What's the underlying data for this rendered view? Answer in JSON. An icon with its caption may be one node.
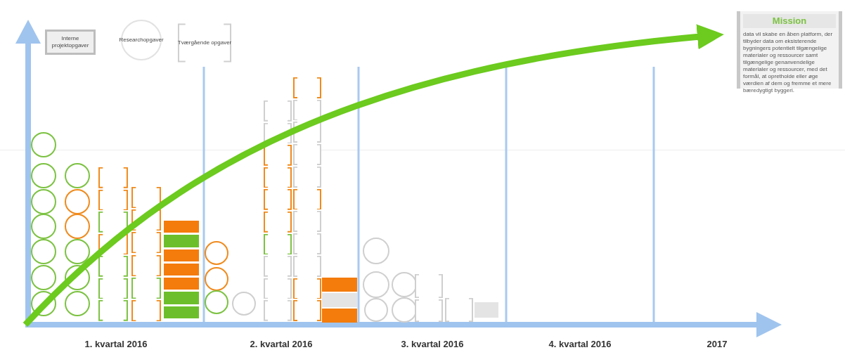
{
  "diagram": {
    "nodes": [
      {
        "text": [
          "Mission",
          "data vil skabe en åben platform, der tilbyder data om eksisterende bygningers potentielt tilgængelige materialer og ressourcer samt tilgængelige genanvendelige materialer og ressourcer, med det formål, at opretholde eller øge værdien af dem og fremme et mere bæredygtigt byggeri."
        ]
      },
      {
        "text": [],
        "shape": "circle"
      },
      {
        "text": [],
        "shape": "circle"
      },
      {
        "text": [],
        "shape": "circle"
      },
      {
        "text": [],
        "shape": "circle"
      },
      {
        "text": [],
        "shape": "circle"
      },
      {
        "text": [],
        "shape": "circle"
      },
      {
        "text": [],
        "shape": "circle"
      },
      {
        "text": [],
        "shape": "circle"
      },
      {
        "text": [],
        "shape": "circle"
      },
      {
        "text": [],
        "shape": "circle"
      },
      {
        "text": [],
        "shape": "circle"
      },
      {
        "text": [],
        "shape": "circle"
      },
      {
        "text": [],
        "shape": "circle"
      },
      {
        "text": [],
        "shape": "box"
      },
      {
        "text": [],
        "shape": "box"
      },
      {
        "text": [],
        "shape": "box"
      },
      {
        "text": [],
        "shape": "box"
      },
      {
        "text": [],
        "shape": "box"
      },
      {
        "text": [],
        "shape": "box"
      },
      {
        "text": [],
        "shape": "box"
      },
      {
        "text": [],
        "shape": "box"
      },
      {
        "text": [],
        "shape": "box"
      },
      {
        "text": [],
        "shape": "box"
      },
      {
        "text": [],
        "shape": "box"
      },
      {
        "text": [],
        "shape": "box"
      },
      {
        "text": [],
        "shape": "box"
      },
      {
        "text": [],
        "shape": "bar"
      },
      {
        "text": [],
        "shape": "bar"
      },
      {
        "text": [],
        "shape": "bar"
      },
      {
        "text": [],
        "shape": "bar"
      },
      {
        "text": [],
        "shape": "bar"
      },
      {
        "text": [],
        "shape": "bar"
      },
      {
        "text": [],
        "shape": "bar"
      },
      {
        "text": [],
        "shape": "circle"
      },
      {
        "text": [],
        "shape": "circle"
      },
      {
        "text": [],
        "shape": "circle"
      },
      {
        "text": [],
        "shape": "circle"
      },
      {
        "text": [],
        "shape": "box"
      },
      {
        "text": [],
        "shape": "box"
      },
      {
        "text": [],
        "shape": "box"
      },
      {
        "text": [],
        "shape": "box"
      },
      {
        "text": [],
        "shape": "box"
      },
      {
        "text": [],
        "shape": "box"
      },
      {
        "text": [],
        "shape": "box"
      },
      {
        "text": [],
        "shape": "box"
      },
      {
        "text": [],
        "shape": "box"
      },
      {
        "text": [],
        "shape": "box"
      },
      {
        "text": [],
        "shape": "box"
      },
      {
        "text": [],
        "shape": "box"
      },
      {
        "text": [],
        "shape": "box"
      },
      {
        "text": [],
        "shape": "box"
      },
      {
        "text": [],
        "shape": "box"
      },
      {
        "text": [],
        "shape": "box"
      },
      {
        "text": [],
        "shape": "box"
      },
      {
        "text": [],
        "shape": "box"
      },
      {
        "text": [],
        "shape": "box"
      },
      {
        "text": [],
        "shape": "box"
      },
      {
        "text": [],
        "shape": "box"
      },
      {
        "text": [],
        "shape": "bar"
      },
      {
        "text": [],
        "shape": "bar"
      },
      {
        "text": [],
        "shape": "bar"
      },
      {
        "text": [],
        "shape": "circle"
      },
      {
        "text": [],
        "shape": "circle"
      },
      {
        "text": [],
        "shape": "circle"
      },
      {
        "text": [],
        "shape": "circle"
      },
      {
        "text": [],
        "shape": "circle"
      },
      {
        "text": [],
        "shape": "box"
      },
      {
        "text": [],
        "shape": "box"
      },
      {
        "text": [],
        "shape": "box"
      },
      {
        "text": [],
        "shape": "bar"
      }
    ],
    "labels": [
      "1. kvartal 2016",
      "2. kvartal 2016",
      "3. kvartal 2016",
      "4. kvartal 2016",
      "2017"
    ],
    "legend": [
      {
        "text": "Interne projektopgaver"
      },
      {
        "text": "Researchopgaver"
      },
      {
        "text": "Tværgående opgaver"
      }
    ]
  }
}
